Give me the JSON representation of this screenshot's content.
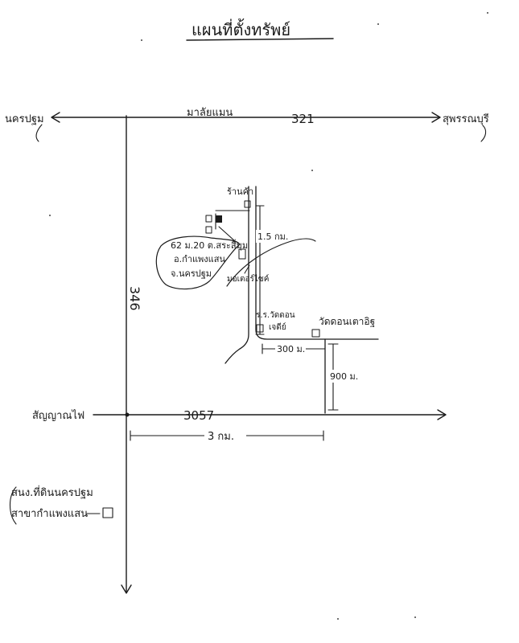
{
  "title": "แผนที่ตั้งทรัพย์",
  "roads": {
    "top_left_destination": "นครปฐม",
    "top_right_destination": "สุพรรณบุรี",
    "top_road_name": "มาลัยแมน",
    "top_road_number": "321",
    "vertical_road_number": "346",
    "bottom_road_number": "3057",
    "bottom_left_label": "สัญญาณไฟ"
  },
  "property": {
    "address_line1": "62 ม.20 ต.สระสี่มุม",
    "address_line2": "อ.กำแพงแสน",
    "address_line3": "จ.นครปฐม",
    "near_label": "มอเตอร์ไซค์"
  },
  "landmarks": {
    "shop": "ร้านค้า",
    "school_line1": "ร.ร.วัดดอน",
    "school_line2": "เจดีย์",
    "temple": "วัดดอนเตาอิฐ",
    "bank_line1": "สนง.ที่ดินนครปฐม",
    "bank_line2": "สาขากำแพงแสน"
  },
  "distances": {
    "d_1_5km": "1.5 กม.",
    "d_300m": "300 ม.",
    "d_900m": "900 ม.",
    "d_3km": "3 กม."
  }
}
